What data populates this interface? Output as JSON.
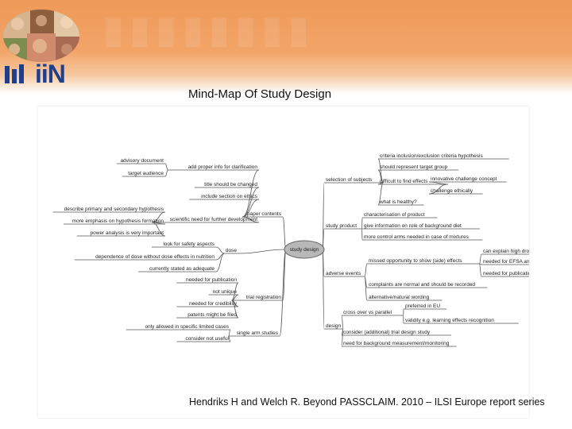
{
  "header": {
    "banner_color": "#f2a468",
    "logo_text": "iiN",
    "logo_color": "#1e3f8c",
    "title": "Mind-Map Of Study Design"
  },
  "mindmap": {
    "center": "study design",
    "branches": [
      {
        "key": "selection",
        "label": "selection of subjects",
        "children": [
          {
            "key": "sel_1",
            "label": "criteria inclusion/exclusion criteria hypothesis"
          },
          {
            "key": "sel_2",
            "label": "should represent target group"
          },
          {
            "key": "sel_3",
            "label": "difficult to find effects",
            "children": [
              {
                "key": "sel_3a",
                "label": "innovative challenge concept"
              },
              {
                "key": "sel_3b",
                "label": "challenge ethically"
              }
            ]
          },
          {
            "key": "sel_4",
            "label": "what is healthy?"
          }
        ]
      },
      {
        "key": "product",
        "label": "study product",
        "children": [
          {
            "key": "prod_1",
            "label": "characterisation of product"
          },
          {
            "key": "prod_2",
            "label": "give information on role of background diet"
          },
          {
            "key": "prod_3",
            "label": "more control arms needed in case of mixtures"
          }
        ]
      },
      {
        "key": "adverse",
        "label": "adverse events",
        "children": [
          {
            "key": "adv_1",
            "label": "missed opportunity to show (side) effects",
            "children": [
              {
                "key": "adv_1a",
                "label": "can explain high drop-out"
              },
              {
                "key": "adv_1b",
                "label": "needed for EFSA and ethics"
              },
              {
                "key": "adv_1c",
                "label": "needed for publication"
              }
            ]
          },
          {
            "key": "adv_2",
            "label": "complaints are normal and should be recorded"
          },
          {
            "key": "adv_3",
            "label": "alternative/natural wording"
          }
        ]
      },
      {
        "key": "design",
        "label": "design",
        "children": [
          {
            "key": "des_1",
            "label": "cross over vs parallel",
            "children": [
              {
                "key": "des_1a",
                "label": "preferred in EU"
              },
              {
                "key": "des_1b",
                "label": "validity e.g. learning effects recognition"
              }
            ]
          },
          {
            "key": "des_2",
            "label": "consider (additional) trial design study"
          },
          {
            "key": "des_3",
            "label": "need for background measurement/monitoring"
          }
        ]
      },
      {
        "key": "paper",
        "label": "paper contents",
        "children": [
          {
            "key": "pap_1",
            "label": "add proper info for clarification",
            "children": [
              {
                "key": "pap_1a",
                "label": "advisory document"
              },
              {
                "key": "pap_1b",
                "label": "target audience"
              }
            ]
          },
          {
            "key": "pap_2",
            "label": "title should be changed"
          },
          {
            "key": "pap_3",
            "label": "include section on ethics"
          },
          {
            "key": "pap_4",
            "label": "scientific need for further development",
            "children": [
              {
                "key": "pap_4a",
                "label": "describe primary and secondary hypothesis"
              },
              {
                "key": "pap_4b",
                "label": "more emphasis on hypothesis formation"
              },
              {
                "key": "pap_4c",
                "label": "power analysis is very important"
              }
            ]
          }
        ]
      },
      {
        "key": "dose",
        "label": "dose",
        "children": [
          {
            "key": "dose_1",
            "label": "look for safety aspects"
          },
          {
            "key": "dose_2",
            "label": "dependence of dose without dose effects in nutrition"
          },
          {
            "key": "dose_3",
            "label": "currently stated as adequate"
          }
        ]
      },
      {
        "key": "registration",
        "label": "trial registration",
        "children": [
          {
            "key": "reg_1",
            "label": "needed for publication"
          },
          {
            "key": "reg_2",
            "label": "not unique"
          },
          {
            "key": "reg_3",
            "label": "needed for credibility"
          },
          {
            "key": "reg_4",
            "label": "patents might be filed"
          }
        ]
      },
      {
        "key": "single",
        "label": "single arm studies",
        "children": [
          {
            "key": "sgl_1",
            "label": "only allowed in specific limited cases"
          },
          {
            "key": "sgl_2",
            "label": "consider not useful"
          }
        ]
      }
    ]
  },
  "caption": "Hendriks H and Welch R. Beyond PASSCLAIM. 2010 – ILSI Europe report series"
}
